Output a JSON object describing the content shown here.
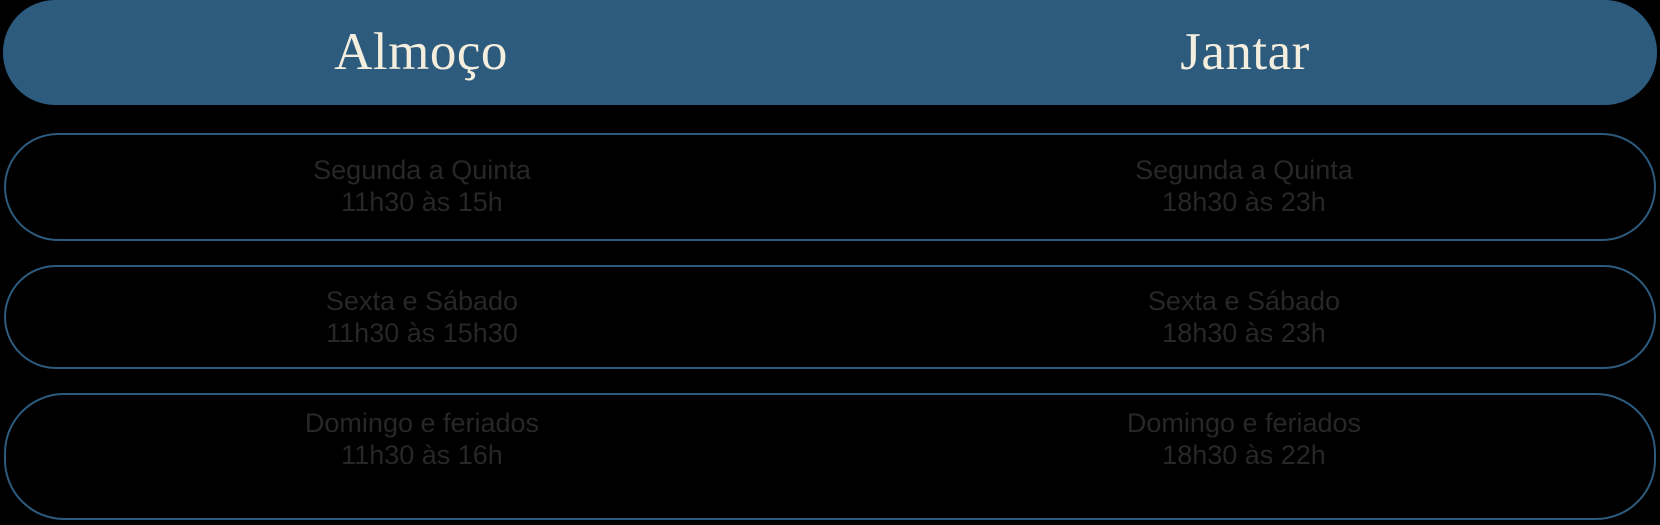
{
  "header": {
    "lunch_label": "Almoço",
    "dinner_label": "Jantar"
  },
  "colors": {
    "accent": "#2d5b7e",
    "header_text": "#f4eede",
    "row_text": "#272727",
    "background": "#000000"
  },
  "rows": [
    {
      "lunch": {
        "days": "Segunda a Quinta",
        "hours": "11h30 às 15h"
      },
      "dinner": {
        "days": "Segunda a Quinta",
        "hours": "18h30 às 23h"
      }
    },
    {
      "lunch": {
        "days": "Sexta e Sábado",
        "hours": "11h30 às 15h30"
      },
      "dinner": {
        "days": "Sexta e Sábado",
        "hours": "18h30 às 23h"
      }
    },
    {
      "lunch": {
        "days": "Domingo e feriados",
        "hours": "11h30 às 16h"
      },
      "dinner": {
        "days": "Domingo e feriados",
        "hours": "18h30 às 22h"
      }
    }
  ]
}
